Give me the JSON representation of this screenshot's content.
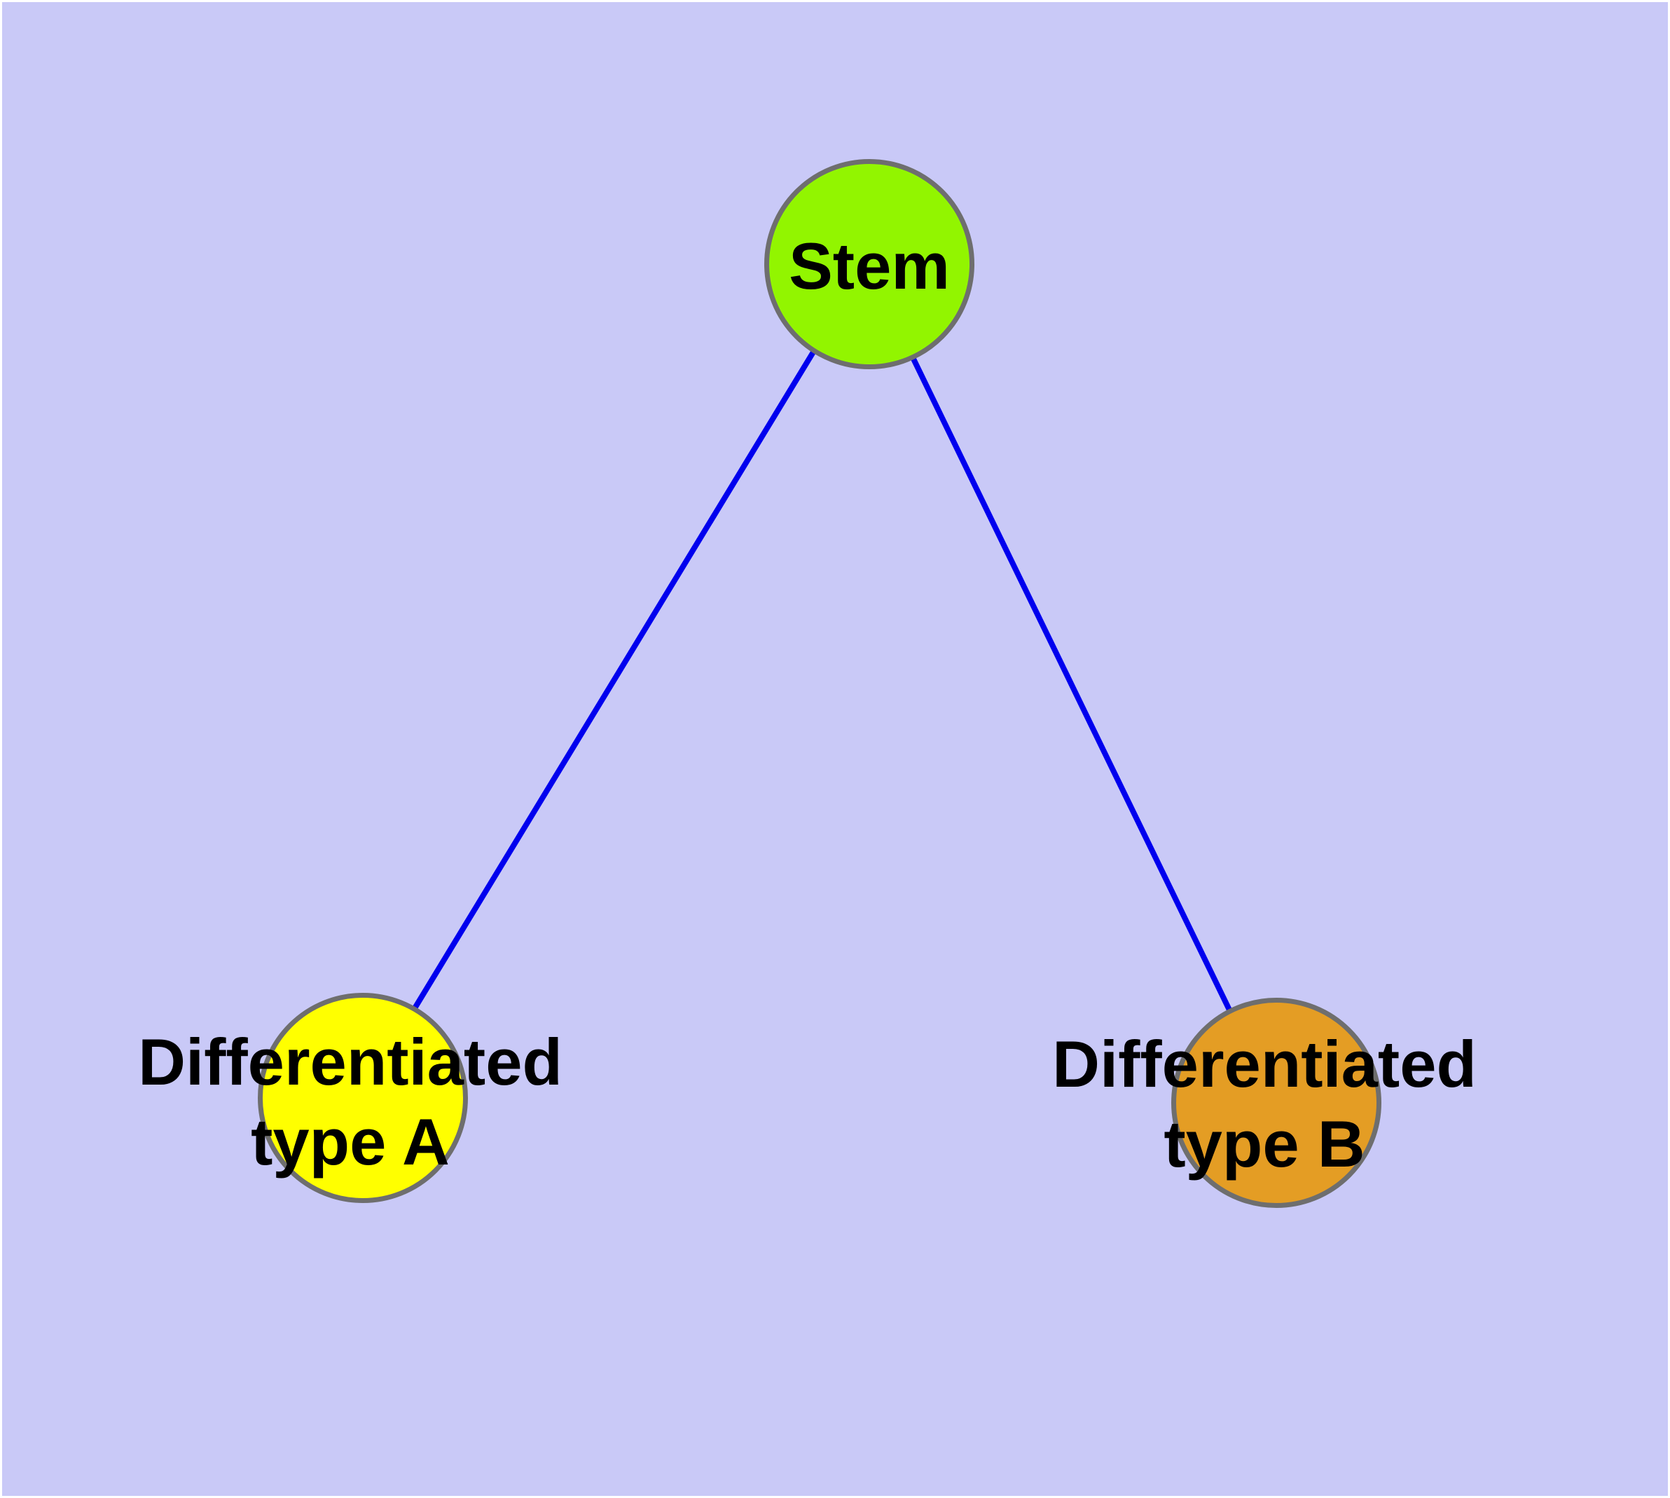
{
  "graph": {
    "nodes": [
      {
        "id": "stem",
        "label": "Stem",
        "fill": "#92F500"
      },
      {
        "id": "differentiated-type-a",
        "label": "Differentiated\ntype A",
        "fill": "#FFFF00"
      },
      {
        "id": "differentiated-type-b",
        "label": "Differentiated\ntype B",
        "fill": "#E49D24"
      }
    ],
    "edges": [
      {
        "from": "stem",
        "to": "differentiated-type-a"
      },
      {
        "from": "stem",
        "to": "differentiated-type-b"
      }
    ]
  },
  "colors": {
    "background": "#C9C9F7",
    "edge": "#0000EE",
    "node-border": "#6E6E6E",
    "label-text": "#000000",
    "node-stem": "#92F500",
    "node-type-a": "#FFFF00",
    "node-type-b": "#E49D24"
  }
}
